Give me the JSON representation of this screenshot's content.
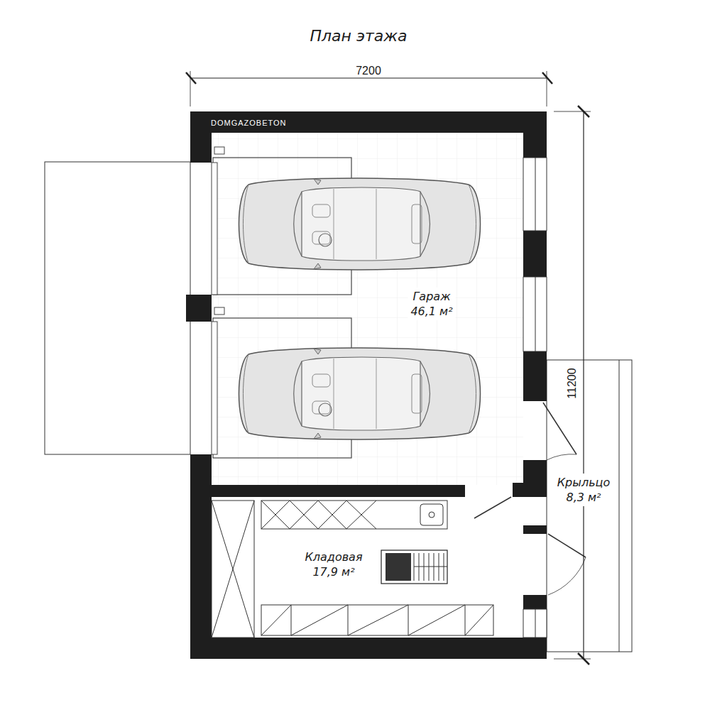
{
  "diagram": {
    "title": "План этажа",
    "nodes": [
      {
        "text": [
          "Гараж",
          "46,1 м²"
        ]
      },
      {
        "text": [
          "Кладовая",
          "17,9 м²"
        ]
      },
      {
        "text": [
          "Крыльцо",
          "8,3 м²"
        ]
      }
    ],
    "labels": [
      "7200",
      "11200",
      "DOMGAZOBETON"
    ]
  }
}
